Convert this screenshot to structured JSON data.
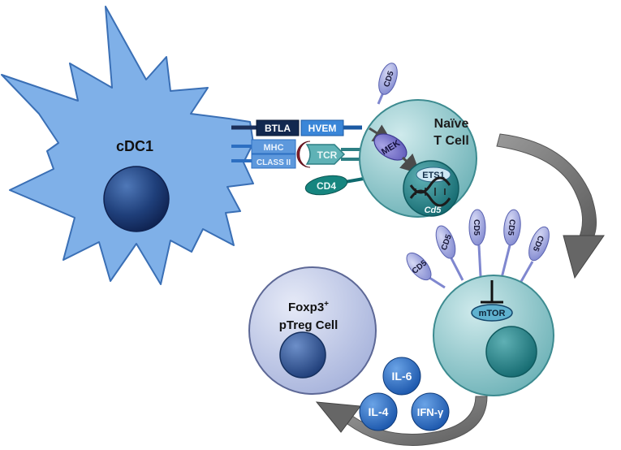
{
  "cells": {
    "dc": {
      "label": "cDC1"
    },
    "naive": {
      "line1": "Naïve",
      "line2": "T Cell"
    },
    "treg": {
      "line1_main": "Foxp3",
      "line1_sup": "+",
      "line2": "pTreg Cell"
    }
  },
  "receptors": {
    "btla": "BTLA",
    "hvem": "HVEM",
    "mhc_line1": "MHC",
    "mhc_line2": "CLASS II",
    "tcr": "TCR",
    "cd4": "CD4"
  },
  "signaling": {
    "mek": "MEK",
    "ets1": "ETS1",
    "gene": "Cd5",
    "mtor": "mTOR"
  },
  "cd5_label": "CD5",
  "cytokines": {
    "il6": "IL-6",
    "il4": "IL-4",
    "ifng": "IFN-γ"
  },
  "colors": {
    "dc_body": "#7fb0e8",
    "tcell": "#74bcc0",
    "treg": "#c2cbe9",
    "nucleus_dark": "#1d3a6f",
    "cytokine": "#2f6cc4",
    "arrow": "#7a7a7a"
  }
}
